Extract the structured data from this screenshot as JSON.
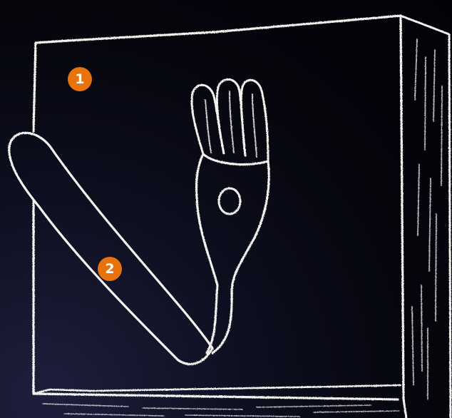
{
  "scene": {
    "subject": "chalk-drawing-bent-fork-in-box",
    "background_color": "#05060d",
    "chalk_color": "#f2f2ee"
  },
  "markers": [
    {
      "label": "1",
      "color": "#e8720c"
    },
    {
      "label": "2",
      "color": "#e8720c"
    }
  ]
}
